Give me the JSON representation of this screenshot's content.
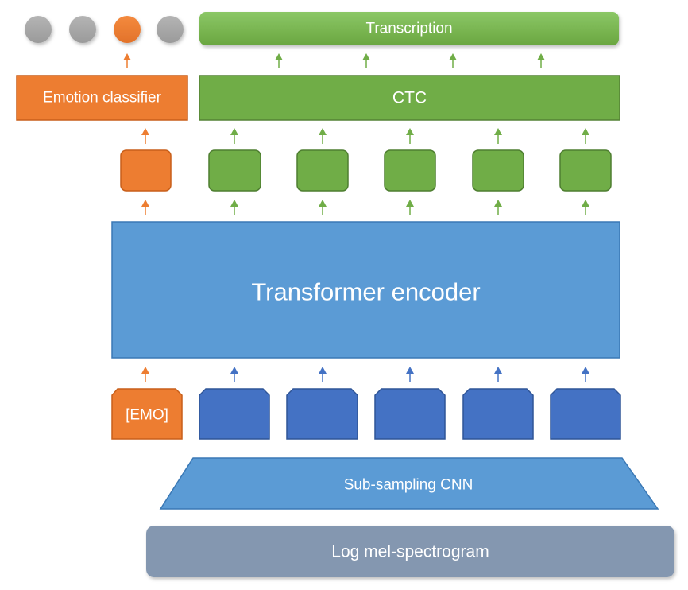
{
  "colors": {
    "orange": "#ED7D31",
    "green": "#70AD47",
    "light_blue": "#5B9BD5",
    "dark_blue": "#4472C4",
    "gray_blue": "#8497B0",
    "gray": "#A5A5A5"
  },
  "labels": {
    "transcription": "Transcription",
    "emotion_classifier": "Emotion classifier",
    "ctc": "CTC",
    "transformer_encoder": "Transformer encoder",
    "emo_token": "[EMO]",
    "subsampling": "Sub-sampling CNN",
    "log_mel": "Log mel-spectrogram"
  },
  "emotion_classes": {
    "count": 4,
    "selected_index": 2
  },
  "token_columns": 5
}
